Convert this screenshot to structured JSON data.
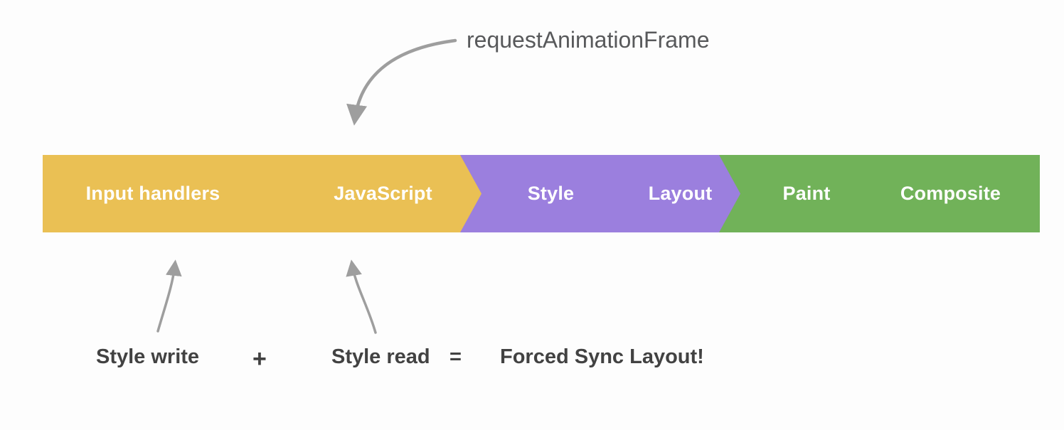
{
  "diagram_title": "Browser rendering pipeline with forced synchronous layout annotation",
  "pipeline": {
    "segments": [
      {
        "label": "Input handlers",
        "color": "#EAC054"
      },
      {
        "label": "JavaScript",
        "color": "#EAC054"
      },
      {
        "label": "Style",
        "color": "#9B7FDE"
      },
      {
        "label": "Layout",
        "color": "#9B7FDE"
      },
      {
        "label": "Paint",
        "color": "#71B259"
      },
      {
        "label": "Composite",
        "color": "#71B259"
      }
    ],
    "text_color": "#FFFFFF"
  },
  "annotations": {
    "raf_label": "requestAnimationFrame",
    "raf_label_color": "#58595B",
    "arrow_color": "#9E9E9E"
  },
  "equation": {
    "term1": "Style write",
    "plus": "+",
    "term2": "Style read",
    "equals": "=",
    "result": "Forced Sync Layout!",
    "text_color": "#424242"
  }
}
